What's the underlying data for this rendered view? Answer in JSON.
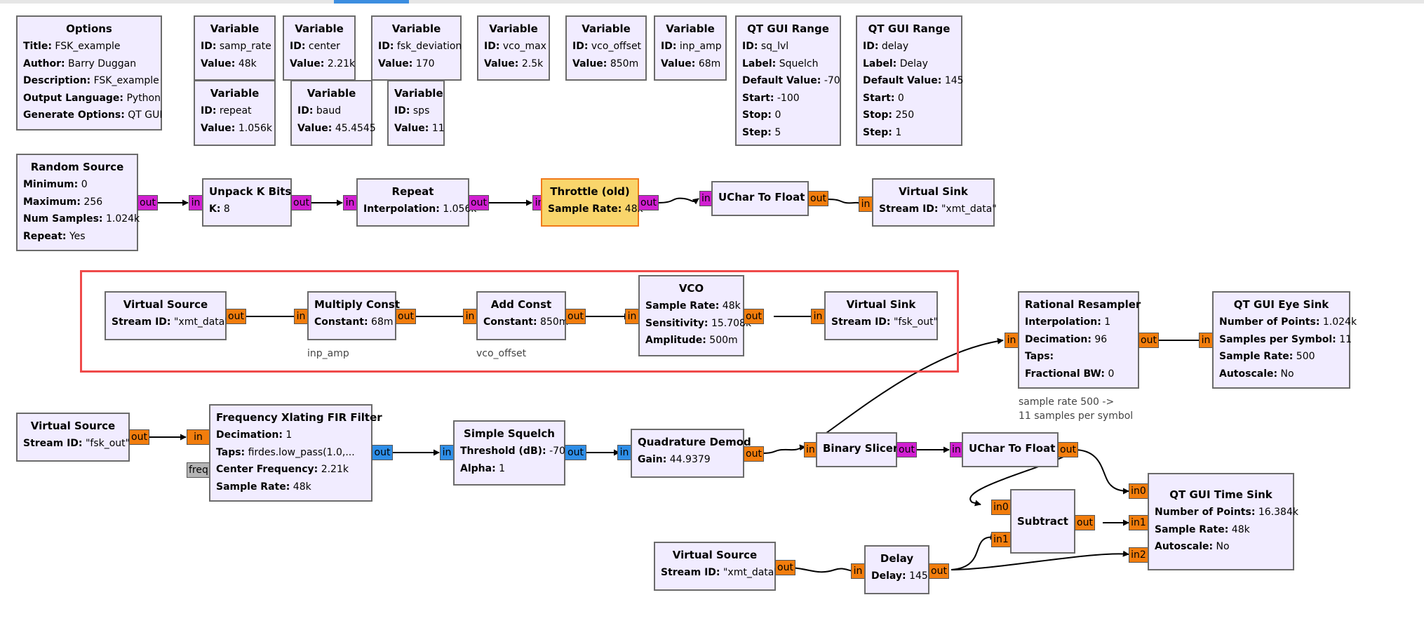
{
  "options": {
    "title": "Options",
    "rows": [
      {
        "label": "Title:",
        "value": "FSK_example"
      },
      {
        "label": "Author:",
        "value": "Barry Duggan"
      },
      {
        "label": "Description:",
        "value": "FSK_example"
      },
      {
        "label": "Output Language:",
        "value": "Python"
      },
      {
        "label": "Generate Options:",
        "value": "QT GUI"
      }
    ]
  },
  "variables": [
    {
      "title": "Variable",
      "id": "samp_rate",
      "value": "48k"
    },
    {
      "title": "Variable",
      "id": "center",
      "value": "2.21k"
    },
    {
      "title": "Variable",
      "id": "fsk_deviation",
      "value": "170"
    },
    {
      "title": "Variable",
      "id": "vco_max",
      "value": "2.5k"
    },
    {
      "title": "Variable",
      "id": "vco_offset",
      "value": "850m"
    },
    {
      "title": "Variable",
      "id": "inp_amp",
      "value": "68m"
    },
    {
      "title": "Variable",
      "id": "repeat",
      "value": "1.056k"
    },
    {
      "title": "Variable",
      "id": "baud",
      "value": "45.4545"
    },
    {
      "title": "Variable",
      "id": "sps",
      "value": "11"
    }
  ],
  "var_labels": {
    "id": "ID:",
    "value": "Value:"
  },
  "qt_ranges": [
    {
      "title": "QT GUI Range",
      "rows": [
        {
          "label": "ID:",
          "value": "sq_lvl"
        },
        {
          "label": "Label:",
          "value": "Squelch"
        },
        {
          "label": "Default Value:",
          "value": "-70"
        },
        {
          "label": "Start:",
          "value": "-100"
        },
        {
          "label": "Stop:",
          "value": "0"
        },
        {
          "label": "Step:",
          "value": "5"
        }
      ]
    },
    {
      "title": "QT GUI Range",
      "rows": [
        {
          "label": "ID:",
          "value": "delay"
        },
        {
          "label": "Label:",
          "value": "Delay"
        },
        {
          "label": "Default Value:",
          "value": "145"
        },
        {
          "label": "Start:",
          "value": "0"
        },
        {
          "label": "Stop:",
          "value": "250"
        },
        {
          "label": "Step:",
          "value": "1"
        }
      ]
    }
  ],
  "blocks": {
    "random_source": {
      "title": "Random Source",
      "rows": [
        {
          "label": "Minimum:",
          "value": "0"
        },
        {
          "label": "Maximum:",
          "value": "256"
        },
        {
          "label": "Num Samples:",
          "value": "1.024k"
        },
        {
          "label": "Repeat:",
          "value": "Yes"
        }
      ]
    },
    "unpack_k_bits": {
      "title": "Unpack K Bits",
      "rows": [
        {
          "label": "K:",
          "value": "8"
        }
      ]
    },
    "repeat": {
      "title": "Repeat",
      "rows": [
        {
          "label": "Interpolation:",
          "value": "1.056k"
        }
      ]
    },
    "throttle": {
      "title": "Throttle (old)",
      "rows": [
        {
          "label": "Sample Rate:",
          "value": "48k"
        }
      ]
    },
    "uchar_to_float_1": {
      "title": "UChar To Float"
    },
    "virtual_sink_1": {
      "title": "Virtual Sink",
      "rows": [
        {
          "label": "Stream ID:",
          "value": "\"xmt_data\""
        }
      ]
    },
    "virtual_source_1": {
      "title": "Virtual Source",
      "rows": [
        {
          "label": "Stream ID:",
          "value": "\"xmt_data\""
        }
      ]
    },
    "multiply_const": {
      "title": "Multiply Const",
      "rows": [
        {
          "label": "Constant:",
          "value": "68m"
        }
      ],
      "note": "inp_amp"
    },
    "add_const": {
      "title": "Add Const",
      "rows": [
        {
          "label": "Constant:",
          "value": "850m"
        }
      ],
      "note": "vco_offset"
    },
    "vco": {
      "title": "VCO",
      "rows": [
        {
          "label": "Sample Rate:",
          "value": "48k"
        },
        {
          "label": "Sensitivity:",
          "value": "15.708k"
        },
        {
          "label": "Amplitude:",
          "value": "500m"
        }
      ]
    },
    "virtual_sink_2": {
      "title": "Virtual Sink",
      "rows": [
        {
          "label": "Stream ID:",
          "value": "\"fsk_out\""
        }
      ]
    },
    "rational_resampler": {
      "title": "Rational Resampler",
      "rows": [
        {
          "label": "Interpolation:",
          "value": "1"
        },
        {
          "label": "Decimation:",
          "value": "96"
        },
        {
          "label": "Taps:",
          "value": ""
        },
        {
          "label": "Fractional BW:",
          "value": "0"
        }
      ],
      "note_lines": [
        "sample rate 500 ->",
        "11 samples per symbol"
      ]
    },
    "eye_sink": {
      "title": "QT GUI Eye Sink",
      "rows": [
        {
          "label": "Number of Points:",
          "value": "1.024k"
        },
        {
          "label": "Samples per Symbol:",
          "value": "11"
        },
        {
          "label": "Sample Rate:",
          "value": "500"
        },
        {
          "label": "Autoscale:",
          "value": "No"
        }
      ]
    },
    "virtual_source_2": {
      "title": "Virtual Source",
      "rows": [
        {
          "label": "Stream ID:",
          "value": "\"fsk_out\""
        }
      ]
    },
    "freq_xlating": {
      "title": "Frequency Xlating FIR Filter",
      "rows": [
        {
          "label": "Decimation:",
          "value": "1"
        },
        {
          "label": "Taps:",
          "value": "firdes.low_pass(1.0,..."
        },
        {
          "label": "Center Frequency:",
          "value": "2.21k"
        },
        {
          "label": "Sample Rate:",
          "value": "48k"
        }
      ]
    },
    "simple_squelch": {
      "title": "Simple Squelch",
      "rows": [
        {
          "label": "Threshold (dB):",
          "value": "-70"
        },
        {
          "label": "Alpha:",
          "value": "1"
        }
      ]
    },
    "quad_demod": {
      "title": "Quadrature Demod",
      "rows": [
        {
          "label": "Gain:",
          "value": "44.9379"
        }
      ]
    },
    "binary_slicer": {
      "title": "Binary Slicer"
    },
    "uchar_to_float_2": {
      "title": "UChar To Float"
    },
    "subtract": {
      "title": "Subtract"
    },
    "time_sink": {
      "title": "QT GUI Time Sink",
      "rows": [
        {
          "label": "Number of Points:",
          "value": "16.384k"
        },
        {
          "label": "Sample Rate:",
          "value": "48k"
        },
        {
          "label": "Autoscale:",
          "value": "No"
        }
      ]
    },
    "virtual_source_3": {
      "title": "Virtual Source",
      "rows": [
        {
          "label": "Stream ID:",
          "value": "\"xmt_data\""
        }
      ]
    },
    "delay": {
      "title": "Delay",
      "rows": [
        {
          "label": "Delay:",
          "value": "145"
        }
      ]
    }
  },
  "ports": {
    "in": "in",
    "out": "out",
    "in0": "in0",
    "in1": "in1",
    "in2": "in2",
    "freq": "freq"
  },
  "colors": {
    "block_bg": "#f1ecff",
    "block_border": "#6b6b6b",
    "highlight_bg": "#f9d56b",
    "highlight_border": "#f07a1a",
    "float_port": "#f27d0d",
    "byte_port": "#d11fd1",
    "complex_port": "#2e8ee8",
    "message_port": "#b4b4b4",
    "selection": "#ef4a4a"
  }
}
